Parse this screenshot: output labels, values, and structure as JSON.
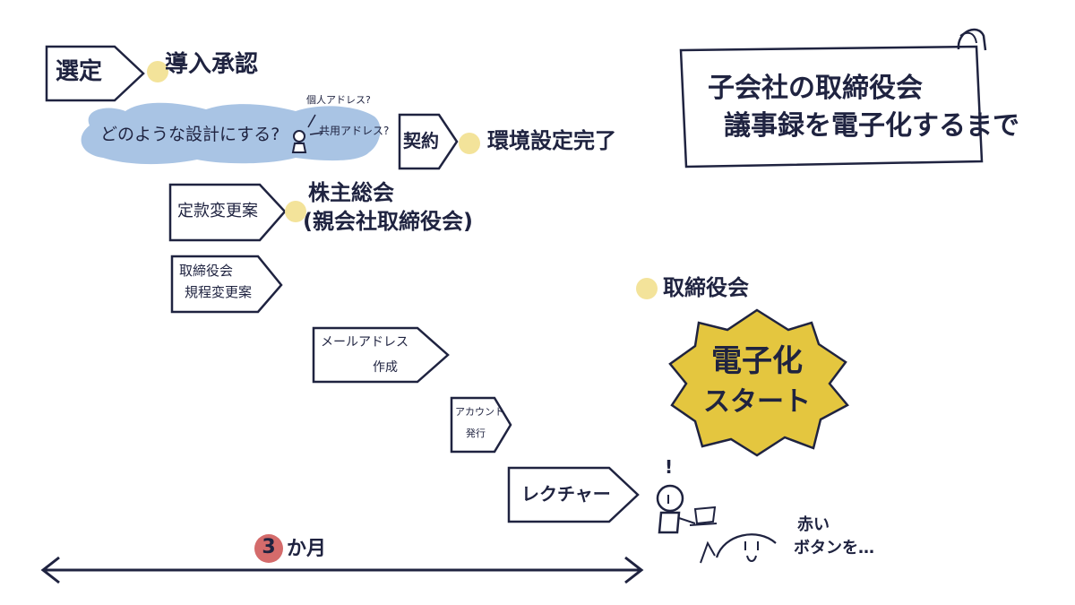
{
  "title_banner": {
    "line1": "子会社の取締役会",
    "line2": "議事録を電子化するまで"
  },
  "steps": {
    "select": "選定",
    "contract": "契約",
    "articles_change": "定款変更案",
    "board_rules_line1": "取締役会",
    "board_rules_line2": "規程変更案",
    "mail_line1": "メールアドレス",
    "mail_line2": "作成",
    "account_line1": "アカウント",
    "account_line2": "発行",
    "lecture": "レクチャー"
  },
  "milestones": {
    "approval": "導入承認",
    "env_setup": "環境設定完了",
    "shareholders_line1": "株主総会",
    "shareholders_line2": "(親会社取締役会)",
    "board": "取締役会"
  },
  "cloud": {
    "text": "どのような設計にする?",
    "note_personal": "個人アドレス?",
    "note_shared": "共用アドレス?"
  },
  "timeline": {
    "number": "3",
    "unit": "か月"
  },
  "burst": {
    "line1": "電子化",
    "line2": "スタート"
  },
  "character": {
    "exclaim": "!",
    "speech_line1": "赤い",
    "speech_line2": "ボタンを…"
  },
  "colors": {
    "ink": "#1f2340",
    "dot": "#f3e39a",
    "cloud": "#a9c4e4",
    "burst": "#e4c63f",
    "number_circle": "#d46b6b",
    "banner_fill": "#ffffff"
  }
}
